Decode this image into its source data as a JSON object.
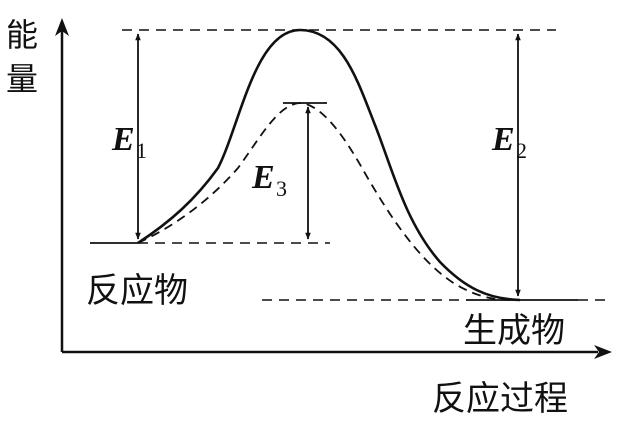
{
  "axes": {
    "y_label_line1": "能",
    "y_label_line2": "量",
    "x_label": "反应过程"
  },
  "curves": {
    "uncatalyzed_style": "solid",
    "catalyzed_style": "dashed"
  },
  "labels": {
    "reactants": "反应物",
    "products": "生成物",
    "e1_symbol": "E",
    "e1_sub": "1",
    "e2_symbol": "E",
    "e2_sub": "2",
    "e3_symbol": "E",
    "e3_sub": "3"
  },
  "colors": {
    "ink": "#111111",
    "background": "#ffffff"
  }
}
